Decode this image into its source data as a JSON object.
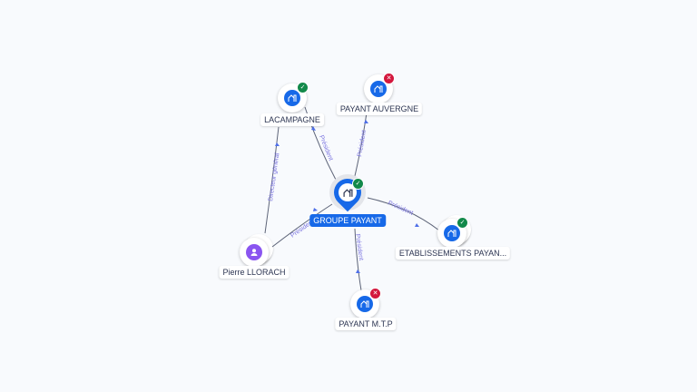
{
  "center": {
    "label": "GROUPE PAYANT",
    "icon": "building-icon",
    "status": "active"
  },
  "nodes": [
    {
      "label": "LACAMPAGNE",
      "icon": "building-icon",
      "status": "active"
    },
    {
      "label": "PAYANT AUVERGNE",
      "icon": "building-icon",
      "status": "closed"
    },
    {
      "label": "ETABLISSEMENTS PAYAN...",
      "icon": "building-icon",
      "status": "active"
    },
    {
      "label": "Pierre LLORACH",
      "icon": "person-icon"
    },
    {
      "label": "PAYANT M.T.P",
      "icon": "building-icon",
      "status": "closed"
    }
  ],
  "edges": [
    {
      "label": "Président"
    },
    {
      "label": "Président"
    },
    {
      "label": "Président"
    },
    {
      "label": "Président"
    },
    {
      "label": "Président"
    },
    {
      "label": "Directeur général"
    }
  ],
  "colors": {
    "accent": "#1769e8",
    "person": "#8a55f0",
    "ok": "#12894a",
    "ko": "#d3173d",
    "edge_label": "#7b74e0"
  }
}
